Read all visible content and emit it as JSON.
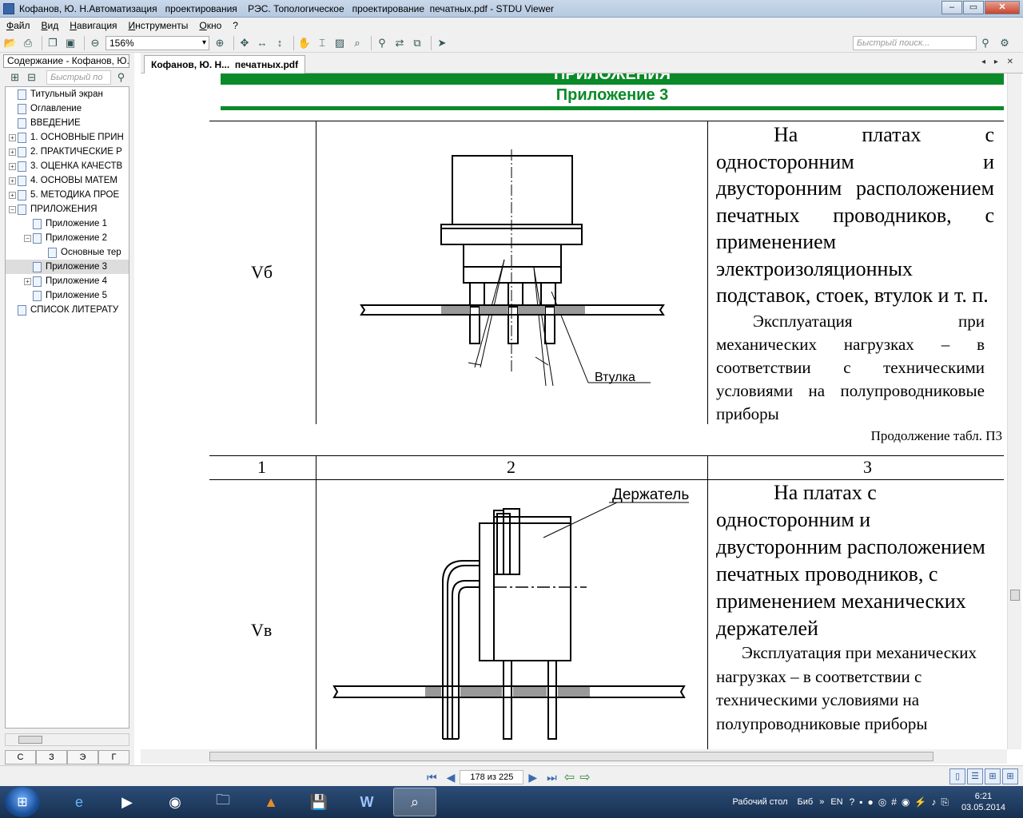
{
  "window": {
    "title": "Кофанов, Ю. Н.Автоматизация   проектирования    РЭС. Топологическое   проектирование  печатных.pdf - STDU Viewer",
    "minimize": "–",
    "maximize": "▭",
    "close": "✕"
  },
  "menu": [
    "Файл",
    "Вид",
    "Навигация",
    "Инструменты",
    "Окно",
    "?"
  ],
  "toolbar": {
    "zoom": "156%",
    "search_placeholder": "Быстрый поиск..."
  },
  "sidebar": {
    "tab_label": "Содержание - Кофанов, Ю.",
    "search_placeholder": "Быстрый по",
    "items": [
      {
        "label": "Титульный экран",
        "level": 0,
        "expander": ""
      },
      {
        "label": "Оглавление",
        "level": 0,
        "expander": ""
      },
      {
        "label": "ВВЕДЕНИЕ",
        "level": 0,
        "expander": ""
      },
      {
        "label": "1. ОСНОВНЫЕ  ПРИН",
        "level": 0,
        "expander": "+"
      },
      {
        "label": "2. ПРАКТИЧЕСКИЕ Р",
        "level": 0,
        "expander": "+"
      },
      {
        "label": "3. ОЦЕНКА КАЧЕСТВ",
        "level": 0,
        "expander": "+"
      },
      {
        "label": "4. ОСНОВЫ  МАТЕМ",
        "level": 0,
        "expander": "+"
      },
      {
        "label": "5. МЕТОДИКА ПРОЕ",
        "level": 0,
        "expander": "+"
      },
      {
        "label": "ПРИЛОЖЕНИЯ",
        "level": 0,
        "expander": "−"
      },
      {
        "label": "Приложение 1",
        "level": 1,
        "expander": ""
      },
      {
        "label": "Приложение 2",
        "level": 1,
        "expander": "−"
      },
      {
        "label": "Основные тер",
        "level": 2,
        "expander": ""
      },
      {
        "label": "Приложение 3",
        "level": 1,
        "expander": "",
        "selected": true
      },
      {
        "label": "Приложение 4",
        "level": 1,
        "expander": "+"
      },
      {
        "label": "Приложение 5",
        "level": 1,
        "expander": ""
      },
      {
        "label": "СПИСОК  ЛИТЕРАТУ",
        "level": 0,
        "expander": ""
      }
    ],
    "bottom_tabs": [
      "С",
      "З",
      "Э",
      "Г"
    ]
  },
  "doc_tab": "Кофанов, Ю. Н...  печатных.pdf",
  "tab_nav": "◂ ▸ ✕",
  "page": {
    "header_main": "ПРИЛОЖЕНИЯ",
    "header_sub": "Приложение 3",
    "row1": {
      "label": "Vб",
      "text_big": "На платах с односторонним и двусторонним расположением печатных проводников, с применением электроизоляционных подставок, стоек, втулок и т. п.",
      "text_small": "Эксплуатация при механических нагрузках – в соответствии с техническими условиями на полупроводниковые приборы",
      "callout": "Втулка"
    },
    "continuation": "Продолжение табл. П3",
    "col_headers": [
      "1",
      "2",
      "3"
    ],
    "row2": {
      "label": "Vв",
      "text_big": "На платах с односторонним и двусторонним расположением печатных проводников, с применением механических держателей",
      "text_small": "Эксплуатация при механических нагрузках – в соответствии с техническими условиями на полупроводниковые приборы",
      "callout": "Держатель"
    }
  },
  "statusbar": {
    "page": "178 из 225"
  },
  "taskbar": {
    "desktop": "Рабочий стол",
    "bib": "Биб",
    "lang": "EN",
    "time": "6:21",
    "date": "03.05.2014"
  }
}
